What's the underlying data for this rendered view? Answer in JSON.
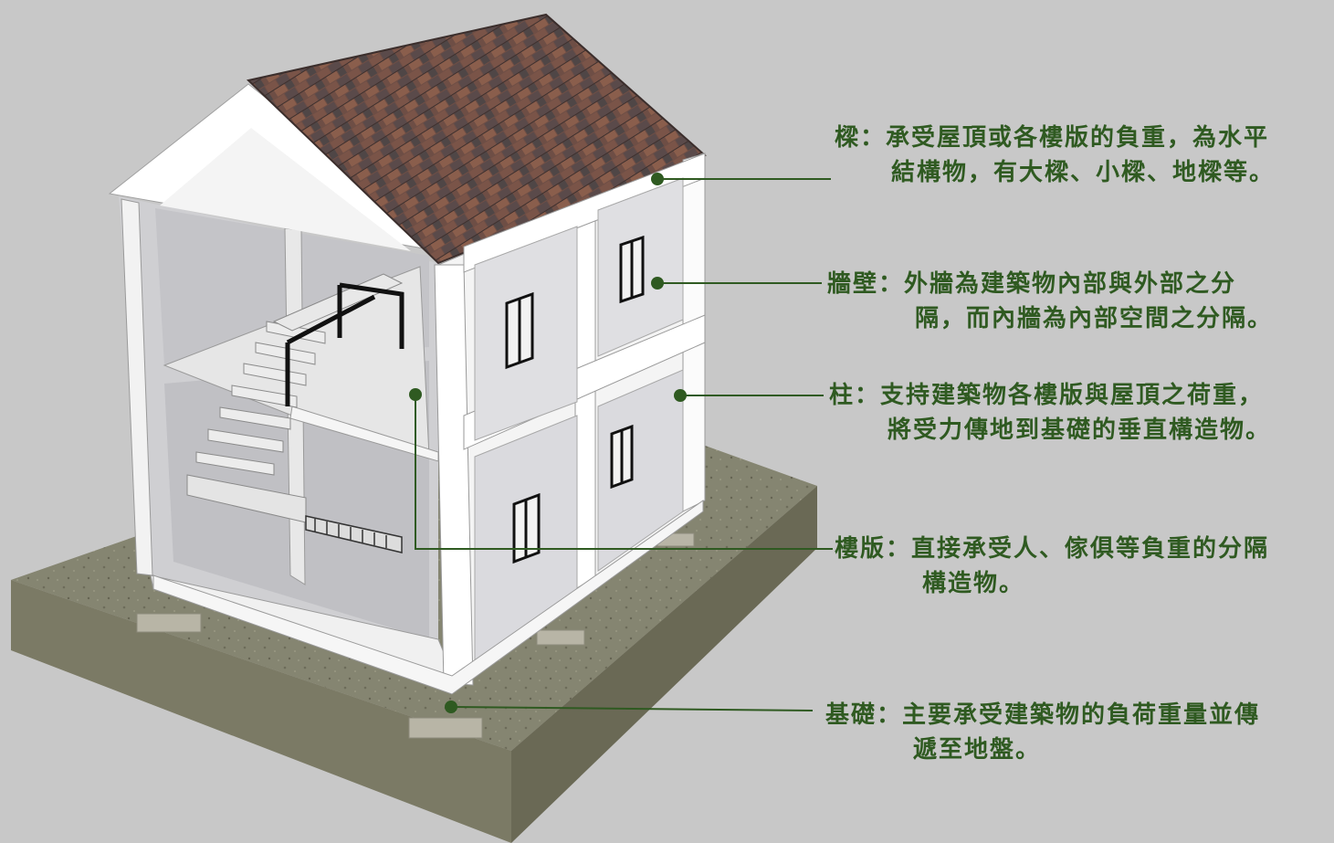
{
  "colors": {
    "background": "#c8c8c8",
    "label_text": "#2f5a21",
    "leader_line": "#2f5a21",
    "leader_dot": "#2f5a21"
  },
  "labels": {
    "beam": {
      "line1": "樑：承受屋頂或各樓版的負重，為水平",
      "line2": "結構物，有大樑、小樑、地樑等。"
    },
    "wall": {
      "line1": "牆壁：外牆為建築物內部與外部之分",
      "line2": "隔，而內牆為內部空間之分隔。"
    },
    "column": {
      "line1": "柱：支持建築物各樓版與屋頂之荷重，",
      "line2": "將受力傳地到基礎的垂直構造物。"
    },
    "slab": {
      "line1": "樓版：直接承受人、傢俱等負重的分隔",
      "line2": "構造物。"
    },
    "foundation": {
      "line1": "基礎：主要承受建築物的負荷重量並傳",
      "line2": "遞至地盤。"
    }
  }
}
